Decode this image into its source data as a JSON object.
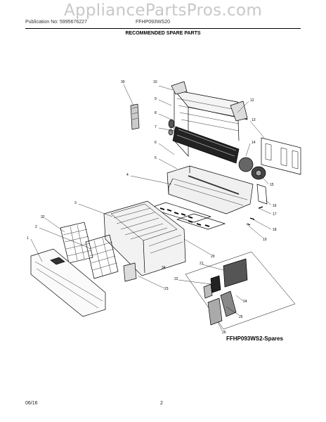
{
  "watermark": "AppliancePartsPros.com",
  "header": {
    "publication": "Publication No: 5995676227",
    "model": "FFHP093WS20",
    "title": "RECOMMENDED SPARE PARTS"
  },
  "diagram": {
    "sheet_label": "FFHP093WS2-Spares",
    "callouts": [
      "30",
      "10",
      "9",
      "8",
      "7",
      "6",
      "5",
      "4",
      "3",
      "32",
      "2",
      "1",
      "12",
      "13",
      "14",
      "15",
      "16",
      "17",
      "18",
      "19",
      "20",
      "21",
      "22",
      "23",
      "24",
      "25",
      "26",
      "34"
    ]
  },
  "footer": {
    "date": "06/16",
    "page": "2"
  }
}
